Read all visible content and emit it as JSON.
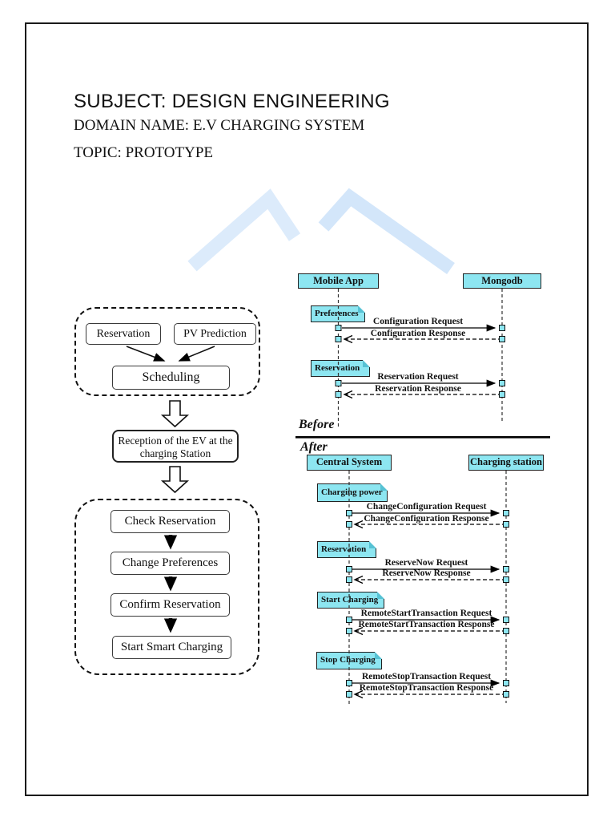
{
  "header": {
    "subject": "SUBJECT: DESIGN ENGINEERING",
    "domain": "DOMAIN NAME: E.V CHARGING SYSTEM",
    "topic": "TOPIC: PROTOTYPE"
  },
  "flowchart": {
    "planning_group": {
      "inputs": [
        "Reservation",
        "PV Prediction"
      ],
      "merge": "Scheduling"
    },
    "reception_step": "Reception of the EV at the charging Station",
    "charging_group": [
      "Check Reservation",
      "Change Preferences",
      "Confirm Reservation",
      "Start Smart Charging"
    ]
  },
  "sequence_before": {
    "section_label": "Before",
    "actors": [
      "Mobile App",
      "Mongodb"
    ],
    "messages": [
      {
        "note": "Preferences",
        "request": "Configuration Request",
        "response": "Configuration Response"
      },
      {
        "note": "Reservation",
        "request": "Reservation Request",
        "response": "Reservation Response"
      }
    ]
  },
  "sequence_after": {
    "section_label": "After",
    "actors": [
      "Central System",
      "Charging station"
    ],
    "messages": [
      {
        "note": "Charging power",
        "request": "ChangeConfiguration Request",
        "response": "ChangeConfiguration Response"
      },
      {
        "note": "Reservation",
        "request": "ReserveNow Request",
        "response": "ReserveNow Response"
      },
      {
        "note": "Start Charging",
        "request": "RemoteStartTransaction Request",
        "response": "RemoteStartTransaction Response"
      },
      {
        "note": "Stop Charging",
        "request": "RemoteStopTransaction Request",
        "response": "RemoteStopTransaction Response"
      }
    ]
  },
  "colors": {
    "diagram_cyan": "#8DE6F1",
    "watermark_blue": "#D8E9FB",
    "line_black": "#111111"
  }
}
